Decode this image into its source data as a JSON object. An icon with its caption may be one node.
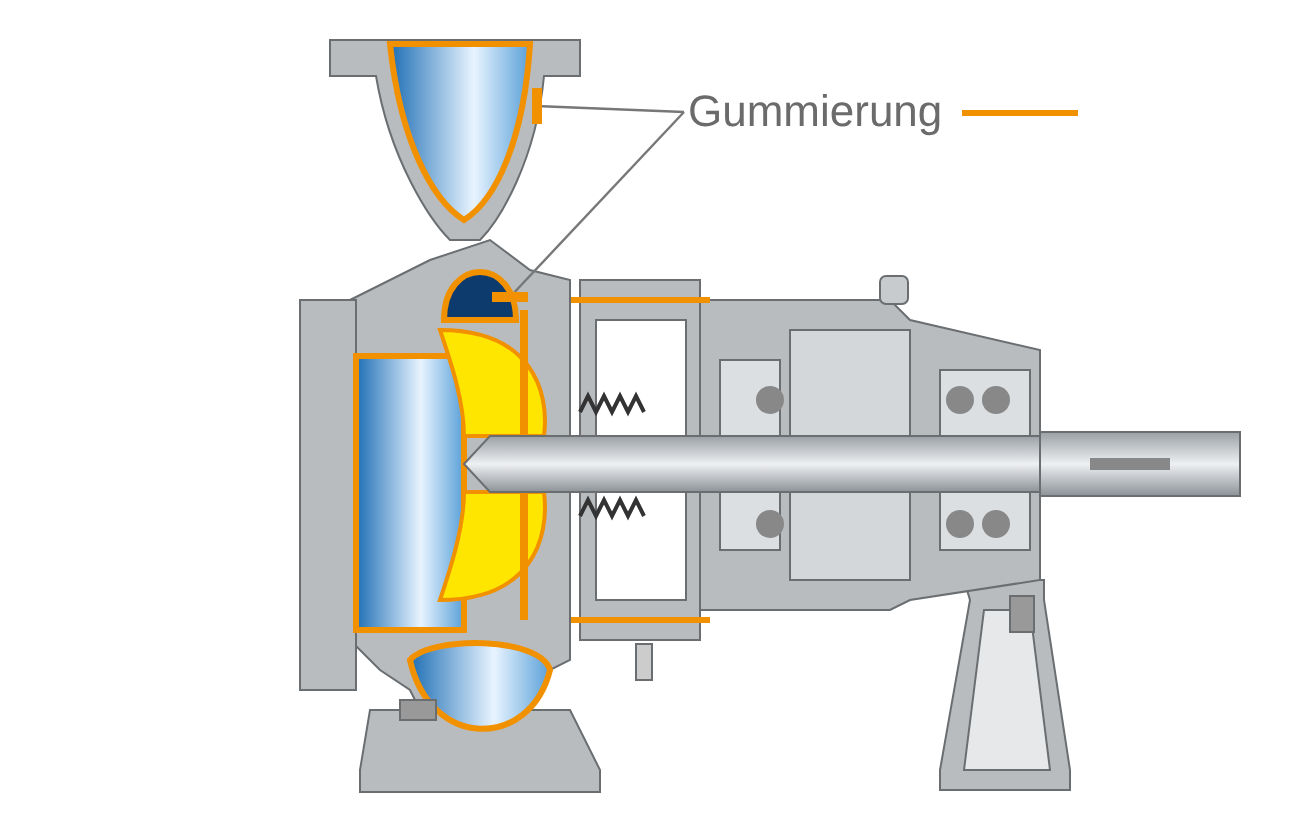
{
  "diagram": {
    "nodes": [
      {
        "text": [
          "Gummierung"
        ]
      },
      {
        "text": [],
        "shape": "bar"
      },
      {
        "text": [],
        "shape": "bar"
      }
    ],
    "edges": [
      {
        "from": 0,
        "to": 1,
        "arrow": "none"
      },
      {
        "from": 0,
        "to": 2,
        "arrow": "none"
      }
    ]
  }
}
